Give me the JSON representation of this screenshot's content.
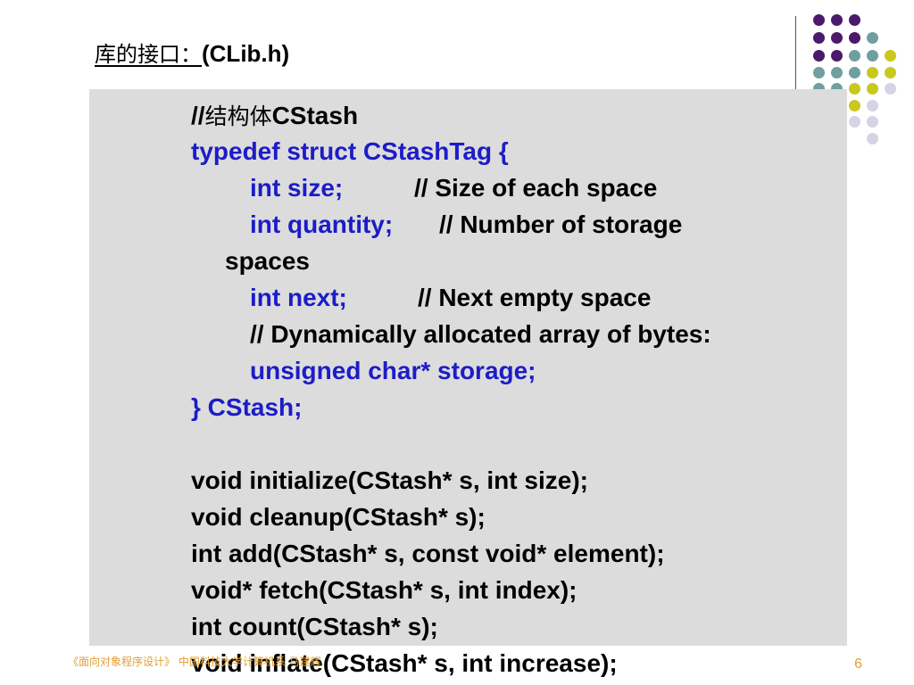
{
  "slide": {
    "title_cn": "库的接口：",
    "title_en": "(CLib.h)",
    "footer": "《面向对象程序设计》 中国科技大学计算机系 马建辉",
    "page_number": "6"
  },
  "code": {
    "comment_prefix": "//",
    "comment_cn": "结构体",
    "comment_en": "CStash",
    "struct_open": "typedef struct CStashTag {",
    "field_size_decl": "int size;",
    "field_size_comment": "// Size of each space",
    "field_quantity_decl": "int quantity;",
    "field_quantity_comment": "// Number of storage",
    "field_quantity_comment_cont": "spaces",
    "field_next_decl": "int next;",
    "field_next_comment": "// Next empty space",
    "storage_comment": "// Dynamically allocated array of bytes:",
    "field_storage_decl": "unsigned char* storage;",
    "struct_close": "} CStash;",
    "functions": [
      "void initialize(CStash* s, int size);",
      "void cleanup(CStash* s);",
      "int add(CStash* s, const void* element);",
      "void* fetch(CStash* s, int index);",
      "int count(CStash* s);",
      "void inflate(CStash* s, int increase);"
    ]
  },
  "colors": {
    "purple": "#4b1a6b",
    "teal": "#6f9f9f",
    "yellow": "#c8c81e",
    "lavender": "#d4d4e6",
    "keyword_blue": "#1c1cc8",
    "footer_orange": "#e2a033",
    "panel_grey": "#dcdcdc"
  }
}
